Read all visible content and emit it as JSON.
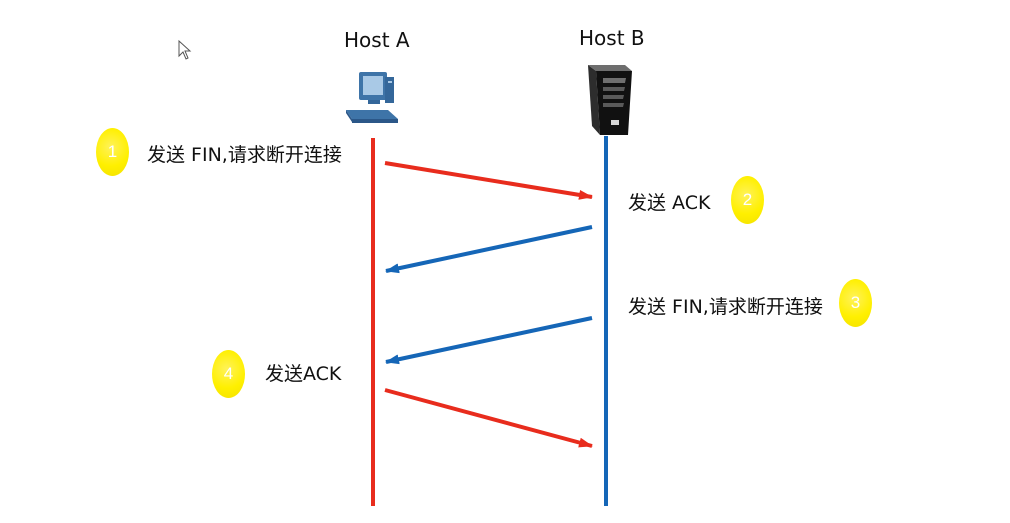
{
  "hosts": {
    "a": {
      "label": "Host A"
    },
    "b": {
      "label": "Host B"
    }
  },
  "steps": [
    {
      "number": "1",
      "text": "发送 FIN,请求断开连接"
    },
    {
      "number": "2",
      "text": "发送 ACK"
    },
    {
      "number": "3",
      "text": "发送 FIN,请求断开连接"
    },
    {
      "number": "4",
      "text": "发送ACK"
    }
  ],
  "colors": {
    "host_a_line": "#e82c1d",
    "host_b_line": "#1566b7",
    "badge": "#fff000"
  }
}
